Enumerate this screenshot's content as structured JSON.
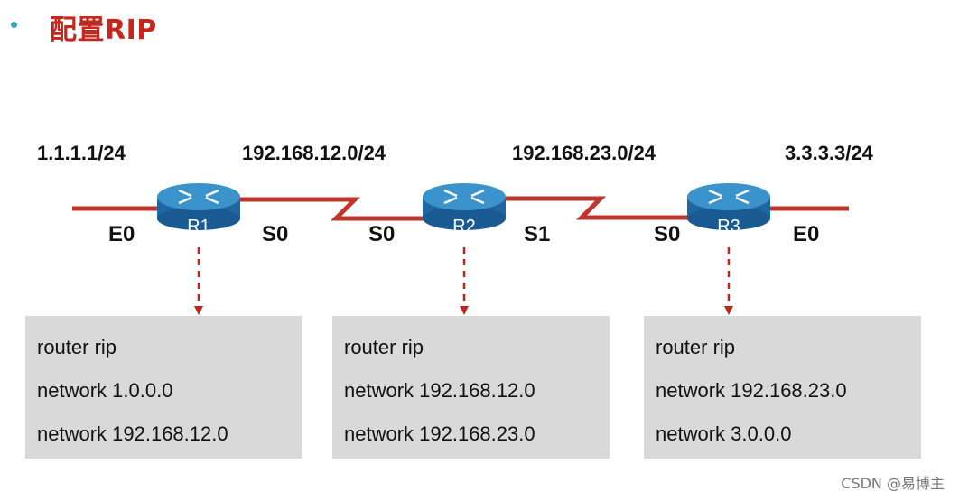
{
  "title": "配置RIP",
  "networks": {
    "left": "1.1.1.1/24",
    "r1_r2": "192.168.12.0/24",
    "r2_r3": "192.168.23.0/24",
    "right": "3.3.3.3/24"
  },
  "interfaces": {
    "r1_left": "E0",
    "r1_right": "S0",
    "r2_left": "S0",
    "r2_right": "S1",
    "r3_left": "S0",
    "r3_right": "E0"
  },
  "routers": [
    {
      "label": "R1"
    },
    {
      "label": "R2"
    },
    {
      "label": "R3"
    }
  ],
  "configs": [
    {
      "lines": [
        "router rip",
        "network 1.0.0.0",
        "network 192.168.12.0"
      ]
    },
    {
      "lines": [
        "router rip",
        "network 192.168.12.0",
        "network 192.168.23.0"
      ]
    },
    {
      "lines": [
        "router rip",
        "network 192.168.23.0",
        "network 3.0.0.0"
      ]
    }
  ],
  "footer": "CSDN @易博主",
  "colors": {
    "title": "#c8261c",
    "link": "#c0352b",
    "arrow": "#c0251b",
    "router_top": "#3b93cc",
    "router_side": "#1f66a3",
    "box": "#d9d9d9",
    "bullet": "#3aa6b9"
  }
}
